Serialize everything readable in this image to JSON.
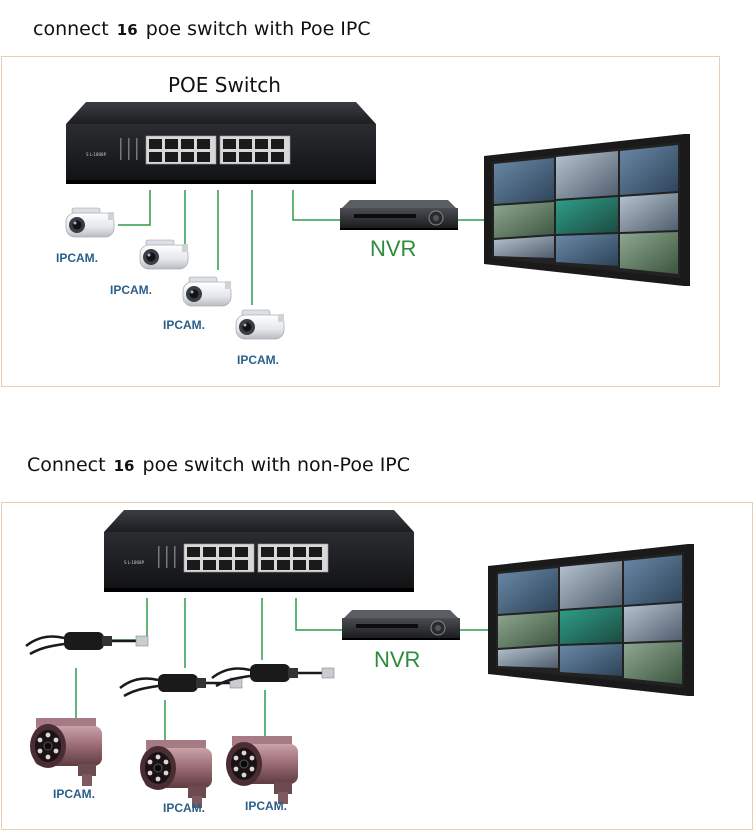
{
  "diagram1": {
    "title_a": "connect",
    "title_b": "16",
    "title_c": "poe switch with Poe  IPC",
    "switch_label": "POE Switch",
    "nvr_label": "NVR",
    "camera_labels": [
      "IPCAM.",
      "IPCAM.",
      "IPCAM.",
      "IPCAM."
    ]
  },
  "diagram2": {
    "title_a": "Connect",
    "title_b": "16",
    "title_c": "poe switch with non-Poe IPC",
    "nvr_label": "NVR",
    "camera_labels": [
      "IPCAM.",
      "IPCAM.",
      "IPCAM."
    ]
  },
  "colors": {
    "connector": "#2e9a4a",
    "panel_border": "#e6cfb6",
    "label_blue": "#2a5f8a",
    "nvr_green": "#2e8b3a"
  }
}
